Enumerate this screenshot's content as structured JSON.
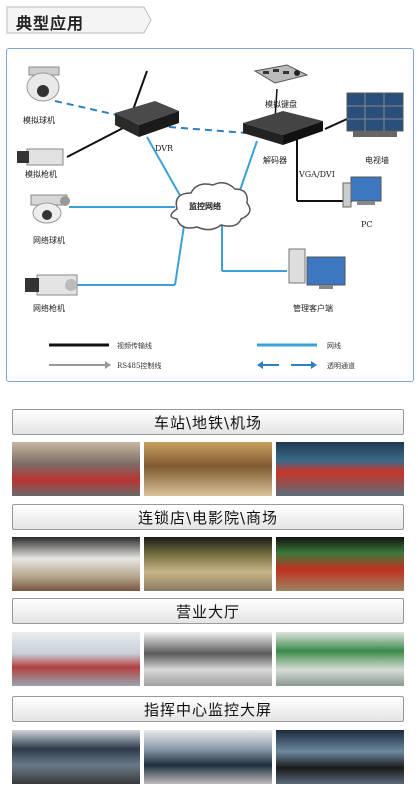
{
  "header": {
    "title": "典型应用"
  },
  "diagram": {
    "devices": {
      "analog_dome": "模拟球机",
      "analog_gun": "模拟枪机",
      "network_dome": "网络球机",
      "network_gun": "网络枪机",
      "dvr": "DVR",
      "keyboard": "模拟键盘",
      "decoder": "解码器",
      "tv_wall": "电视墙",
      "vga_dvi": "VGA/DVI",
      "pc": "PC",
      "network_cloud": "监控网络",
      "client": "管理客户端"
    },
    "legend": {
      "video_line": "视频传输线",
      "rs485": "RS485控制线",
      "network_line": "网线",
      "transparent_channel": "透明通道"
    },
    "colors": {
      "video": "#111111",
      "rs485": "#999999",
      "network": "#3aa0d8",
      "transparent": "#2f7fc0"
    }
  },
  "applications": [
    {
      "label": "车站\\地铁\\机场"
    },
    {
      "label": "连锁店\\电影院\\商场"
    },
    {
      "label": "营业大厅"
    },
    {
      "label": "指挥中心监控大屏"
    }
  ]
}
